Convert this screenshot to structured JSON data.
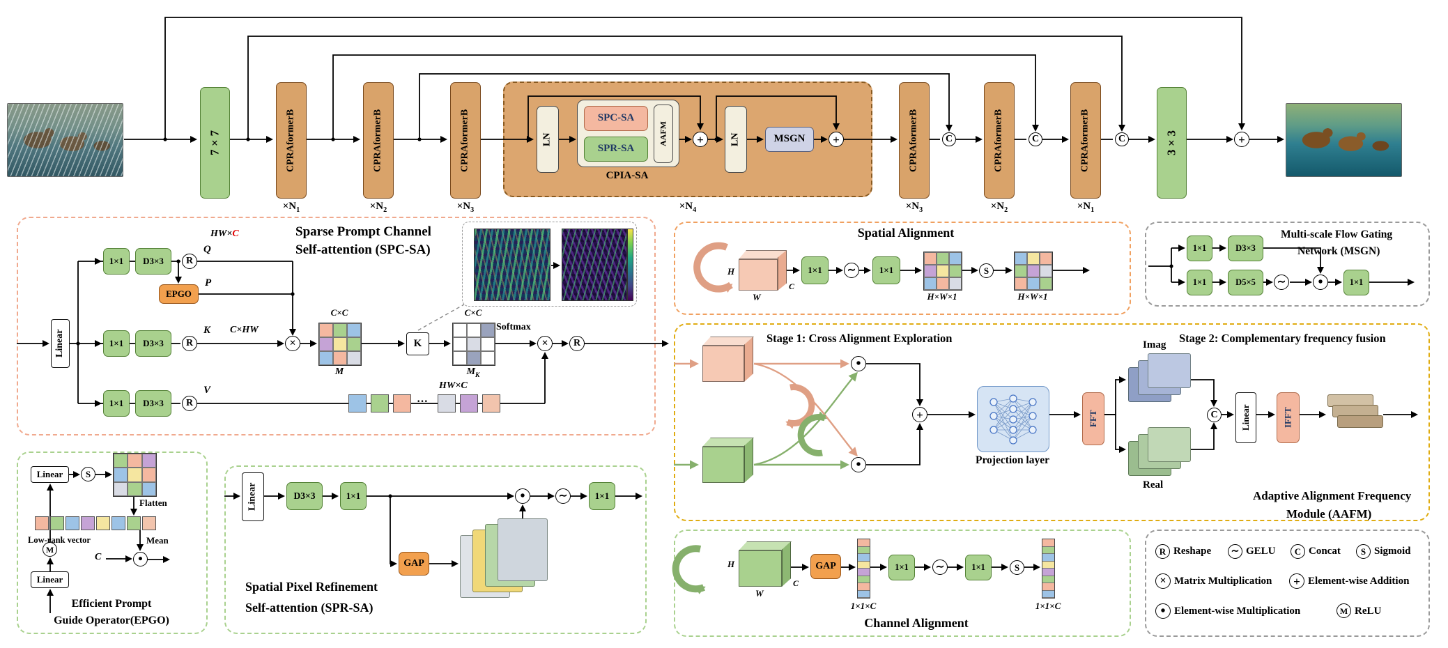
{
  "colors": {
    "green_block": "#a9d18e",
    "green_border": "#538135",
    "tan_block": "#d9a36a",
    "cpia_fill": "#dca66f",
    "pink_block": "#f4b8a0",
    "cream_block": "#f3efdf",
    "msgn_block": "#cfd3e6",
    "orange_block": "#f2a04e",
    "projection_blue": "#d6e4f4",
    "gold_dash": "#e0ac12",
    "salmon_dash": "#f0a98e",
    "green_dash": "#a9d18e",
    "gray_dash": "#9a9a9a",
    "red_text": "#e00000"
  },
  "ops": {
    "reshape": "R",
    "gelu": "∼",
    "concat": "C",
    "sigmoid": "S",
    "relu": "M",
    "add": "+",
    "matmul": "×",
    "dot": "•"
  },
  "pipeline": {
    "conv_in": "7×7",
    "conv_out": "3×3",
    "block": "CPRAformerB",
    "mults": {
      "n1": {
        "p": "×N",
        "s": "1"
      },
      "n2": {
        "p": "×N",
        "s": "2"
      },
      "n3": {
        "p": "×N",
        "s": "3"
      },
      "n4": {
        "p": "×N",
        "s": "4"
      }
    },
    "cpia": {
      "ln": "LN",
      "spc": "SPC-SA",
      "spr": "SPR-SA",
      "aafm": "AAFM",
      "msgn": "MSGN",
      "label": "CPIA-SA"
    }
  },
  "spc": {
    "title1": "Sparse Prompt Channel",
    "title2": "Self-attention (SPC-SA)",
    "linear": "Linear",
    "conv1": "1×1",
    "dconv": "D3×3",
    "q": "Q",
    "k": "K",
    "v": "V",
    "p": "P",
    "epgo": "EPGO",
    "dim_hwc_pre": "HW×",
    "dim_c": "C",
    "dim_chw": "C×HW",
    "dim_hwc": "HW×C",
    "dim_cc": "C×C",
    "m": "M",
    "mk_base": "M",
    "mk_sub": "K",
    "kblock": "K",
    "softmax": "Softmax",
    "dots": "···"
  },
  "epgo": {
    "linear": "Linear",
    "flatten": "Flatten",
    "lowrank": "Low-rank vector",
    "mean": "Mean",
    "c": "C",
    "title1": "Efficient Prompt",
    "title2": "Guide Operator(EPGO)"
  },
  "spr": {
    "linear": "Linear",
    "dconv": "D3×3",
    "conv1": "1×1",
    "gap": "GAP",
    "title1": "Spatial Pixel Refinement",
    "title2": "Self-attention (SPR-SA)"
  },
  "spatial": {
    "title": "Spatial Alignment",
    "conv1": "1×1",
    "dim": "H×W×1",
    "h": "H",
    "w": "W",
    "c": "C"
  },
  "msgn": {
    "title1": "Multi-scale Flow Gating",
    "title2": "Network (MSGN)",
    "conv1": "1×1",
    "d3": "D3×3",
    "d5": "D5×5"
  },
  "aafm": {
    "stage1": "Stage 1: Cross Alignment Exploration",
    "stage2": "Stage 2: Complementary frequency fusion",
    "projection": "Projection layer",
    "fft": "FFT",
    "ifft": "IFFT",
    "imag": "Imag",
    "real": "Real",
    "linear": "Linear",
    "title1": "Adaptive Alignment Frequency",
    "title2": "Module (AAFM)"
  },
  "channel": {
    "title": "Channel Alignment",
    "gap": "GAP",
    "conv1": "1×1",
    "dim": "1×1×C",
    "h": "H",
    "w": "W",
    "c": "C"
  },
  "legend": {
    "items": [
      {
        "sym": "R",
        "label": "Reshape"
      },
      {
        "sym": "∼",
        "label": "GELU"
      },
      {
        "sym": "C",
        "label": "Concat"
      },
      {
        "sym": "S",
        "label": "Sigmoid"
      },
      {
        "sym": "×",
        "label": "Matrix Multiplication"
      },
      {
        "sym": "+",
        "label": "Element-wise Addition"
      },
      {
        "sym": "•",
        "label": "Element-wise Multiplication"
      },
      {
        "sym": "M",
        "label": "ReLU"
      }
    ]
  }
}
